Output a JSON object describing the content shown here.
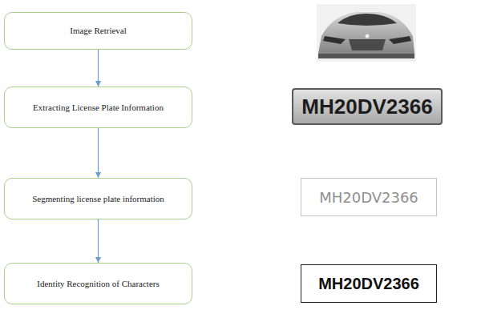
{
  "diagram": {
    "nodes": [
      {
        "text": [
          "Image Retrieval"
        ]
      },
      {
        "text": [
          "Extracting License Plate Information"
        ]
      },
      {
        "text": [
          "Segmenting license plate information"
        ]
      },
      {
        "text": [
          "Identity Recognition of Characters"
        ]
      },
      {
        "text": [
          "MH20DV2366"
        ]
      },
      {
        "text": [
          "MH20DV2366"
        ]
      },
      {
        "text": [
          "MH20DV2366"
        ]
      }
    ],
    "edges": [
      {
        "from": 0,
        "to": 1,
        "arrow": "to"
      },
      {
        "from": 1,
        "to": 2,
        "arrow": "to"
      },
      {
        "from": 2,
        "to": 3,
        "arrow": "to"
      }
    ]
  }
}
